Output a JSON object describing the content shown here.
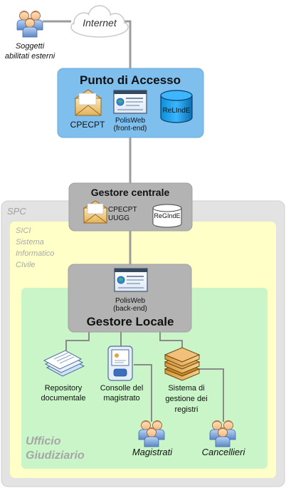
{
  "external": {
    "subjects_line1": "Soggetti",
    "subjects_line2": "abilitati esterni",
    "internet": "Internet"
  },
  "access_point": {
    "title": "Punto di Accesso",
    "cpecpt": "CPECPT",
    "polisweb_line1": "PolisWeb",
    "polisweb_line2": "(front-end)",
    "relinde": "ReLIndE"
  },
  "spc": {
    "label": "SPC"
  },
  "central_manager": {
    "title": "Gestore centrale",
    "cpecpt": "CPECPT",
    "uugg": "UUGG",
    "reginde": "ReGIndE"
  },
  "sici": {
    "line1": "SICI",
    "line2": "Sistema",
    "line3": "Informatico",
    "line4": "CIvile"
  },
  "local_manager": {
    "title": "Gestore Locale",
    "polisweb_line1": "PolisWeb",
    "polisweb_line2": "(back-end)"
  },
  "office": {
    "line1": "Ufficio",
    "line2": "Giudiziario",
    "repository_line1": "Repository",
    "repository_line2": "documentale",
    "console_line1": "Consolle del",
    "console_line2": "magistrato",
    "registry_line1": "Sistema di",
    "registry_line2": "gestione dei",
    "registry_line3": "registri",
    "magistrates": "Magistrati",
    "clerks": "Cancellieri"
  },
  "colors": {
    "access_fill": "#7fbfee",
    "manager_fill": "#b3b3b3",
    "spc_fill": "#e3e3e3",
    "sici_fill": "#ffffc8",
    "office_fill": "#c9f5c9",
    "connector": "#9c9c9c"
  },
  "icons": {
    "people": "people-group-icon",
    "cloud": "cloud-icon",
    "envelope": "envelope-icon",
    "web_window": "web-window-icon",
    "database": "database-icon",
    "documents": "document-stack-icon",
    "pda": "handheld-device-icon",
    "registers": "register-stack-icon"
  }
}
